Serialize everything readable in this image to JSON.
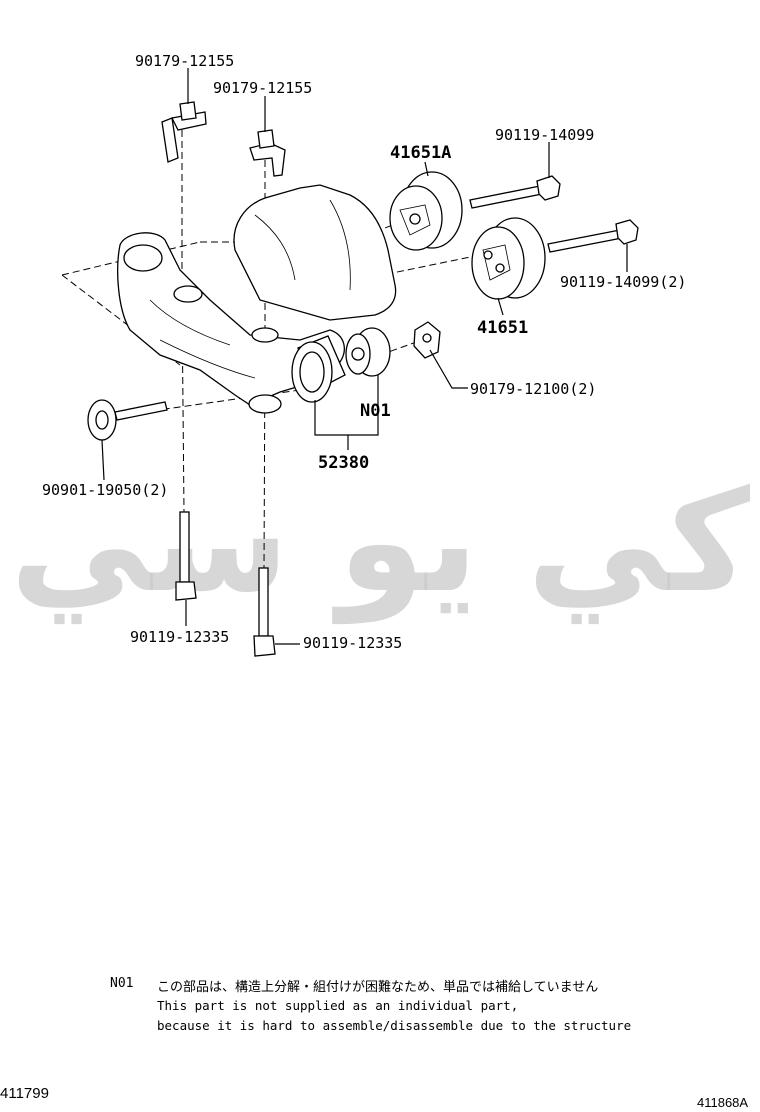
{
  "labels": {
    "bracket_bolt_left": "90179-12155",
    "bracket_bolt_right": "90179-12155",
    "mount_a": "41651A",
    "mount_bolt_top": "90119-14099",
    "mount_bolt_right": "90119-14099(2)",
    "mount_main": "41651",
    "nut_right": "90179-12100(2)",
    "n01": "N01",
    "support": "52380",
    "bolt_left": "90901-19050(2)",
    "bolt_bottom_left": "90119-12335",
    "bolt_bottom_right": "90119-12335"
  },
  "watermark": "كي يو سي",
  "footnote": {
    "marker": "N01",
    "japanese": "この部品は、構造上分解・組付けが困難なため、単品では補給していません",
    "english_line1": "This part is not supplied as an individual part,",
    "english_line2": "because it is hard to assemble/disassemble due to the structure"
  },
  "footer": {
    "left_code": "411799",
    "right_code": "411868A"
  }
}
